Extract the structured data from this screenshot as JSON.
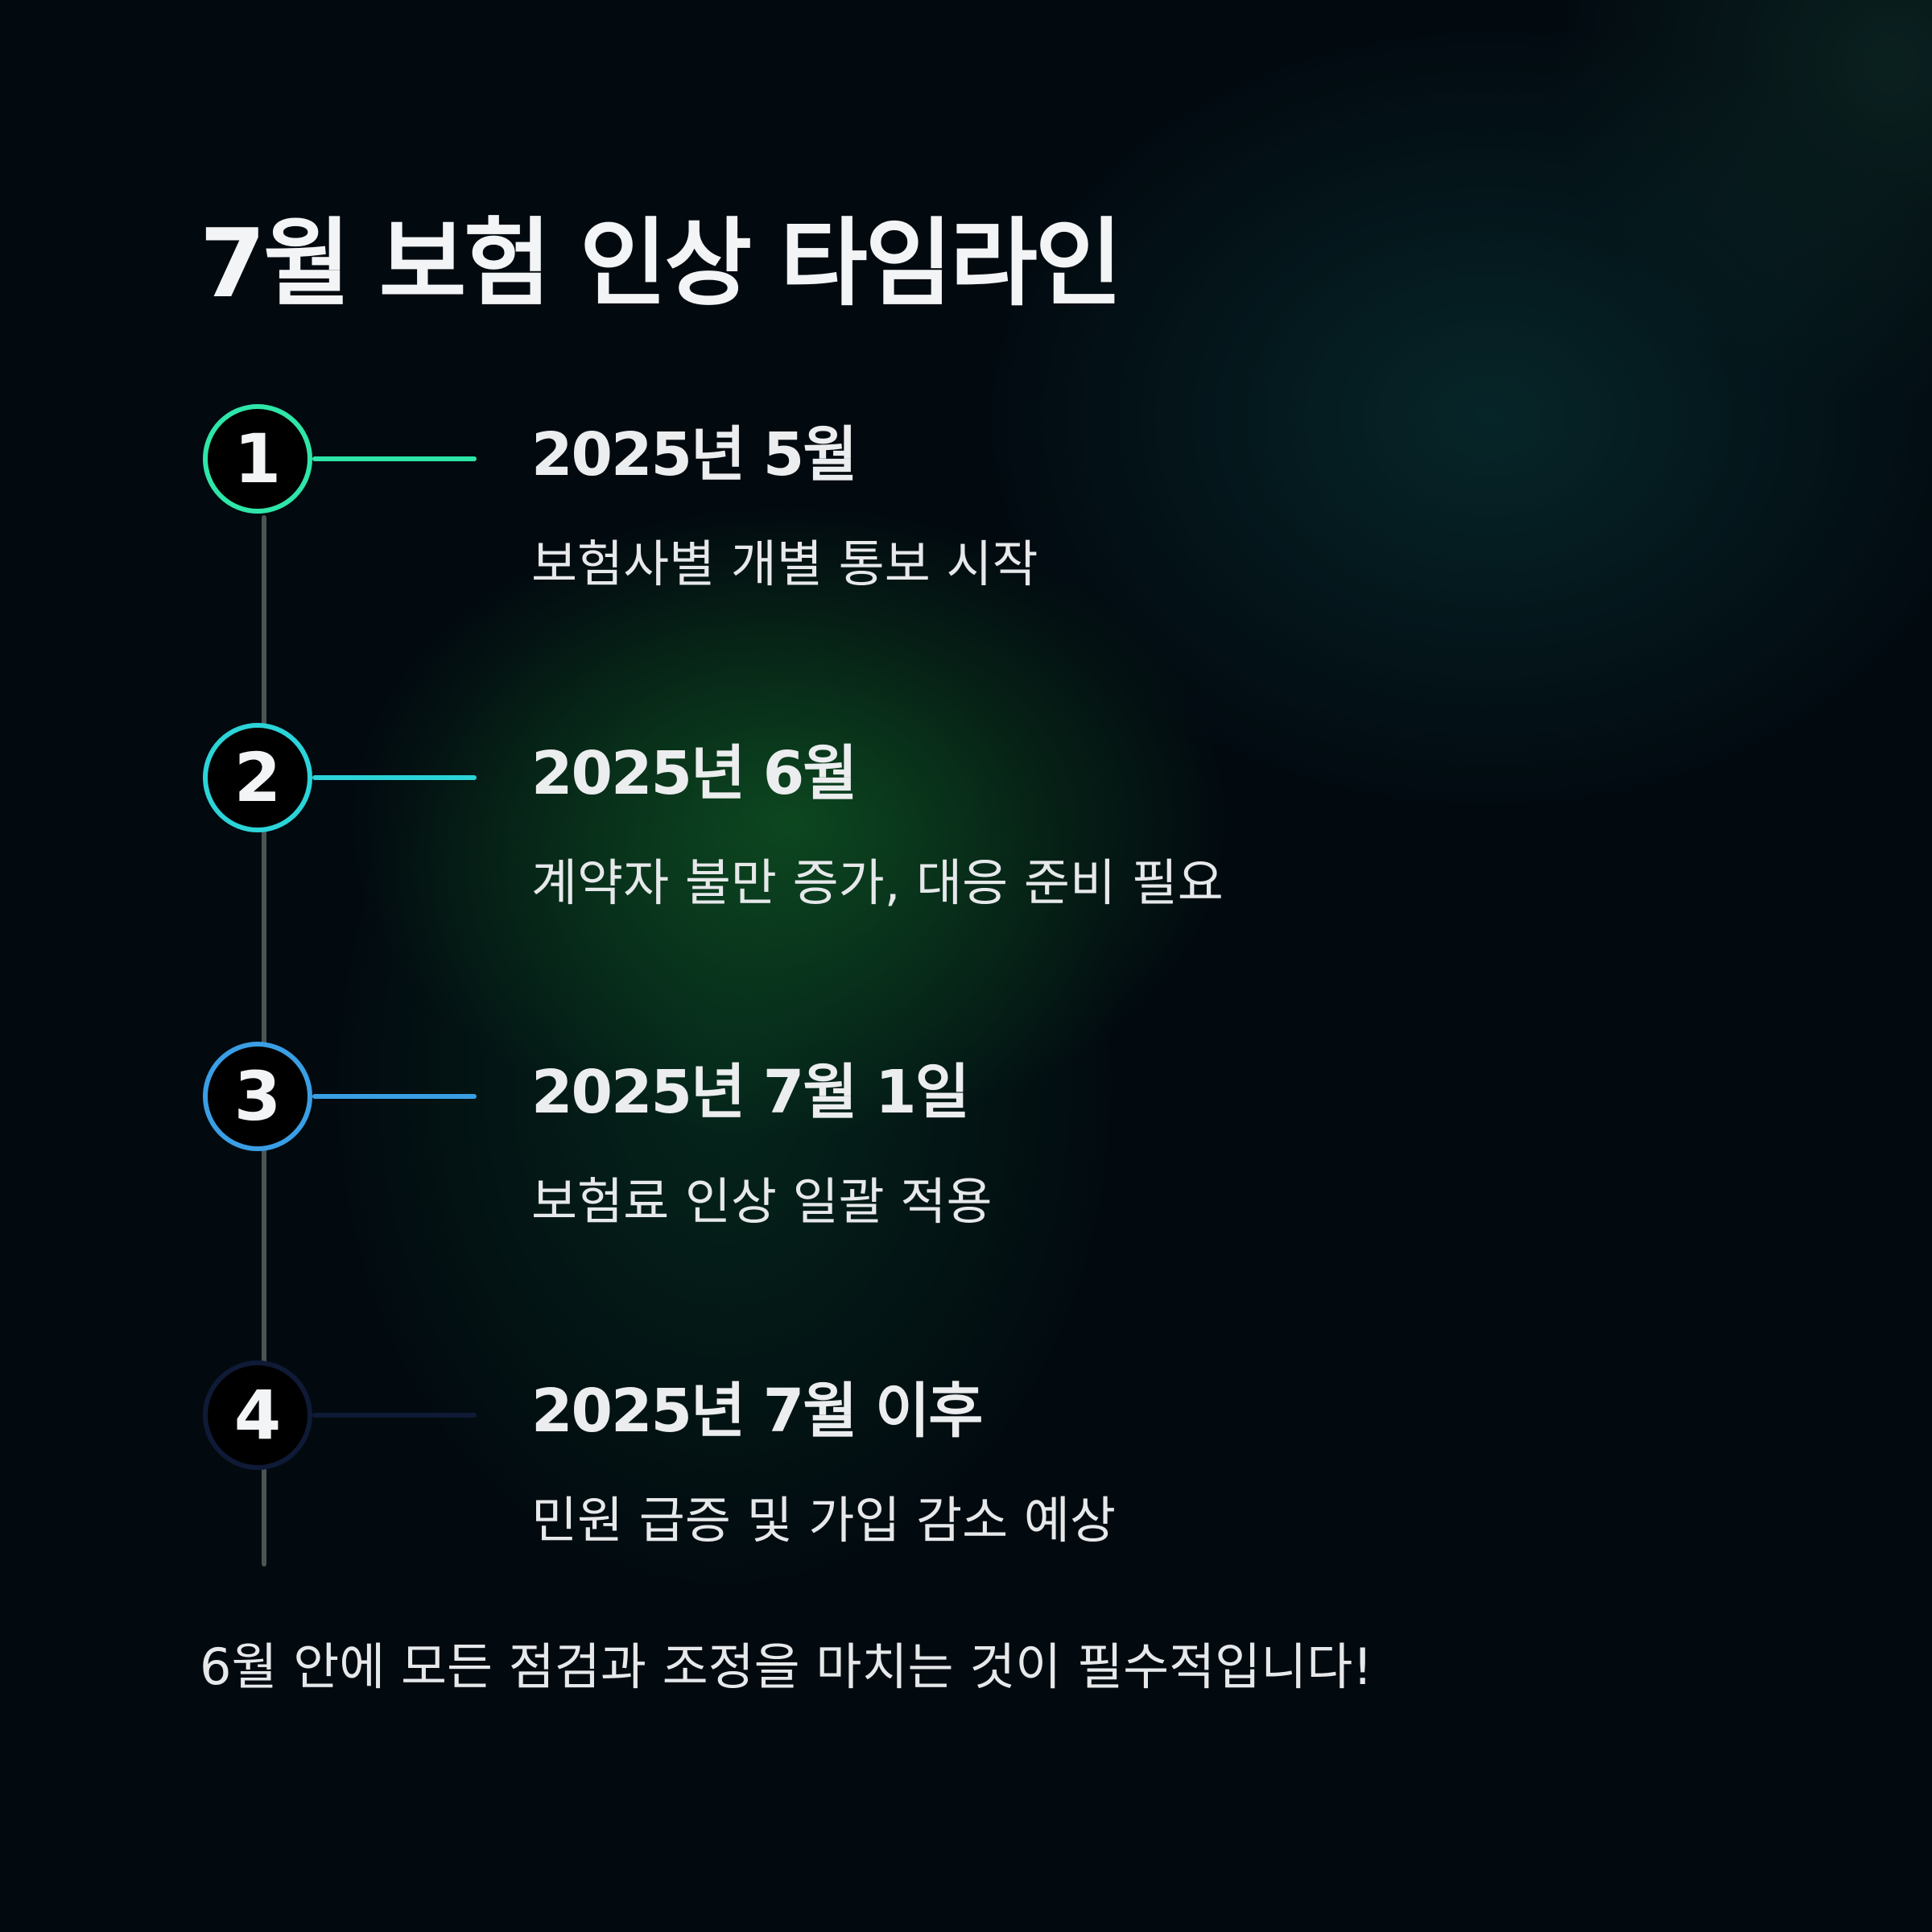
{
  "title": "7월 보험 인상 타임라인",
  "steps": [
    {
      "number": "1",
      "date": "2025년 5월",
      "description": "보험사별 개별 통보 시작",
      "color": "#2ee6a8"
    },
    {
      "number": "2",
      "date": "2025년 6월",
      "description": "계약자 불만 증가, 대응 준비 필요",
      "color": "#2bd4d8"
    },
    {
      "number": "3",
      "date": "2025년 7월 1일",
      "description": "보험료 인상 일괄 적용",
      "color": "#3a9ee4"
    },
    {
      "number": "4",
      "date": "2025년 7월 이후",
      "description": "민원 급증 및 가입 감소 예상",
      "color": "#0f1a36"
    }
  ],
  "footer": "6월 안에 모든 점검과 조정을 마치는 것이 필수적입니다!"
}
